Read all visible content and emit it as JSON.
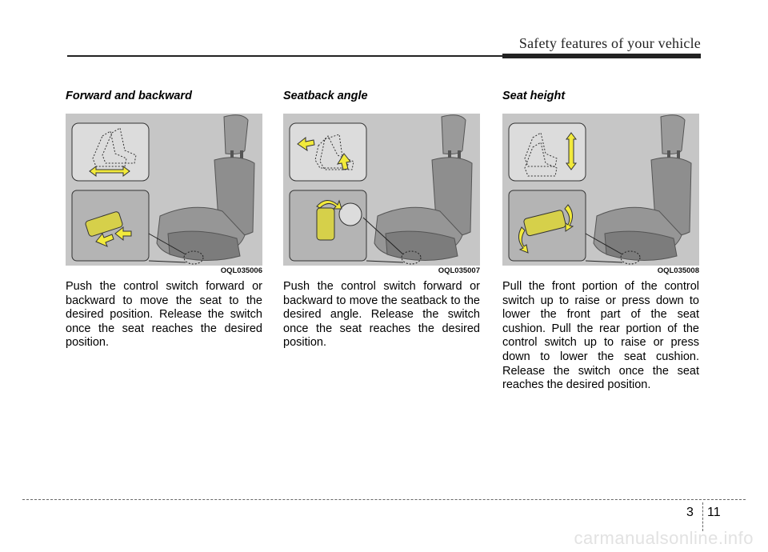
{
  "header": {
    "title": "Safety features of your vehicle"
  },
  "sections": [
    {
      "heading": "Forward and backward",
      "figure_code": "OQL035006",
      "body": "Push the control switch forward or backward to move the seat to the desired position. Release the switch once the seat reaches the desired position."
    },
    {
      "heading": "Seatback angle",
      "figure_code": "OQL035007",
      "body": "Push the control switch forward or backward to move the seatback to the desired angle. Release the switch once the seat reaches the desired position."
    },
    {
      "heading": "Seat height",
      "figure_code": "OQL035008",
      "body": "Pull the front portion of the control switch up to raise or press down to lower the front part of the seat cushion. Pull the rear portion of the control switch up to raise or press down to lower the seat cushion. Release the switch once the seat reaches the desired position."
    }
  ],
  "footer": {
    "chapter": "3",
    "page": "11"
  },
  "watermark": "carmanualsonline.info",
  "colors": {
    "arrow": "#f2ea3c",
    "figure_bg": "#c6c6c6",
    "seat": "#8e8e8e"
  }
}
